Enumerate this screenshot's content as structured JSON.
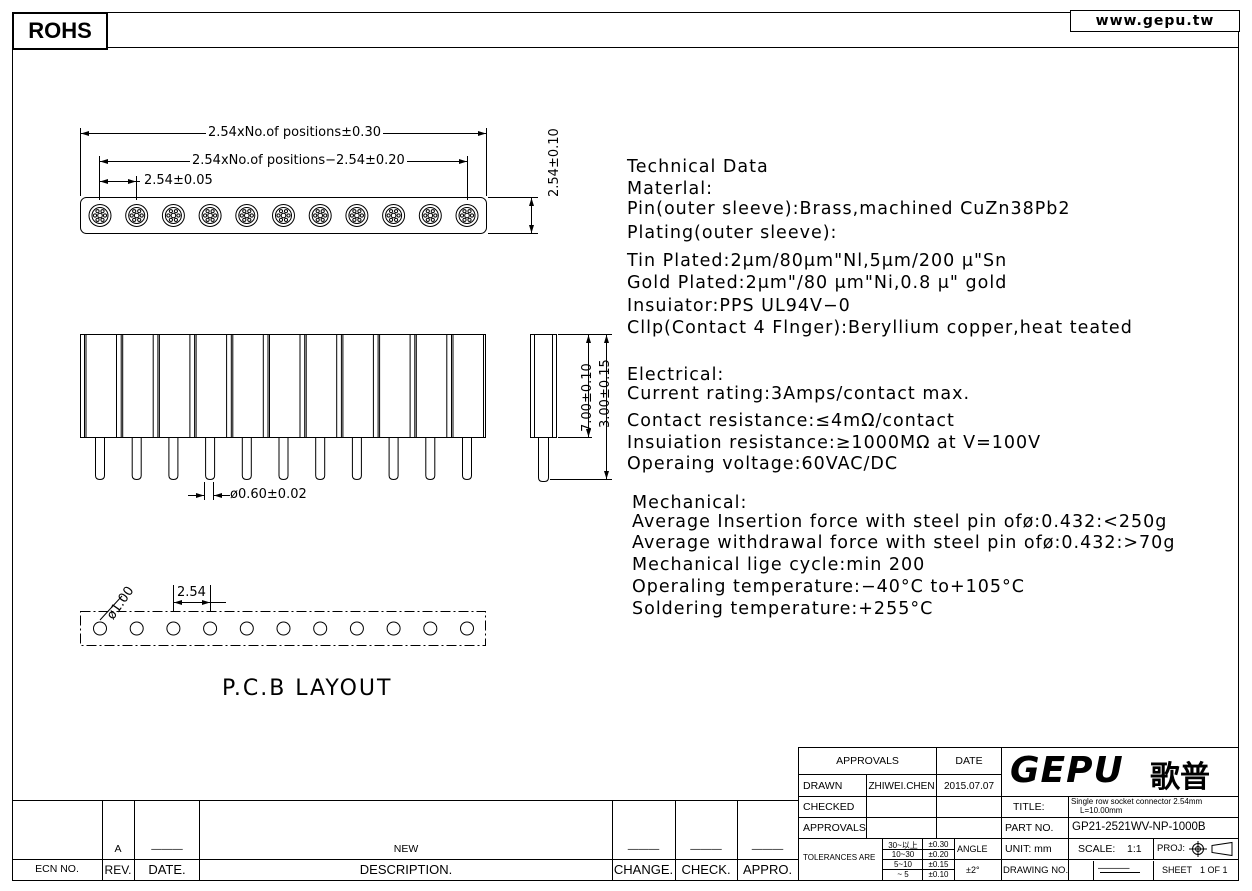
{
  "header": {
    "badge": "ROHS",
    "website": "www.gepu.tw"
  },
  "dimensions": {
    "total_length": "2.54xNo.of positions±0.30",
    "pin_span": "2.54xNo.of positions−2.54±0.20",
    "pitch": "2.54±0.05",
    "width": "2.54±0.10",
    "height_total": "7.00±0.10",
    "tail_length": "3.00±0.15",
    "pin_diameter": "ø0.60±0.02",
    "pcb_pitch": "2.54",
    "pcb_hole": "ø1.00"
  },
  "pcb_layout_label": "P.C.B LAYOUT",
  "technical_data": [
    "Technical Data",
    "Materlal:",
    "Pin(outer sleeve):Brass,machined CuZn38Pb2",
    "Plating(outer sleeve):",
    "Tin Plated:2μm/80μm\"Nl,5μm/200 μ\"Sn",
    "Gold Plated:2μm\"/80 μm\"Ni,0.8 μ\" gold",
    "Insuiator:PPS UL94V−0",
    "Cllp(Contact 4 Flnger):Beryllium copper,heat teated",
    "Electrical:",
    "Current rating:3Amps/contact max.",
    "Contact resistance:≤4mΩ/contact",
    "Insuiation resistance:≥1000MΩ at V=100V",
    "Operaing voltage:60VAC/DC",
    "Mechanical:",
    "Average Insertion force with steel pin ofø:0.432:<250g",
    "Average withdrawal force with steel pin ofø:0.432:>70g",
    "Mechanical lige cycle:min 200",
    "Operaling temperature:−40°C  to+105°C",
    "Soldering temperature:+255°C"
  ],
  "revision_block": {
    "row_values": [
      "A",
      "———",
      "NEW",
      "———",
      "———",
      "———"
    ],
    "headers": [
      "ECN NO.",
      "REV.",
      "DATE.",
      "DESCRIPTION.",
      "CHANGE.",
      "CHECK.",
      "APPRO."
    ]
  },
  "title_block": {
    "approvals_header": "APPROVALS",
    "date_header": "DATE",
    "drawn_label": "DRAWN",
    "drawn_by": "ZHIWEI.CHEN",
    "drawn_date": "2015.07.07",
    "checked_label": "CHECKED",
    "approvals_label": "APPROVALS",
    "tolerances_label": "TOLERANCES ARE",
    "tolerance_ranges": [
      "30~以上",
      "10~30",
      "5~10",
      "~ 5"
    ],
    "tolerance_values": [
      "±0.30",
      "±0.20",
      "±0.15",
      "±0.10"
    ],
    "angle_label": "ANGLE",
    "angle_value": "±2°",
    "logo_text": "GEPU",
    "logo_cn": "歌普",
    "title_label": "TITLE:",
    "title_line1": "Single row socket connector 2.54mm",
    "title_line2": "L=10.00mm",
    "part_no_label": "PART NO.",
    "part_no": "GP21-2521WV-NP-1000B",
    "unit_label": "UNIT: mm",
    "scale_label": "SCALE:",
    "scale_value": "1:1",
    "proj_label": "PROJ:",
    "drawing_no_label": "DRAWING NO.",
    "drawing_no": "———",
    "sheet_label": "SHEET",
    "sheet_value": "1 OF 1"
  }
}
